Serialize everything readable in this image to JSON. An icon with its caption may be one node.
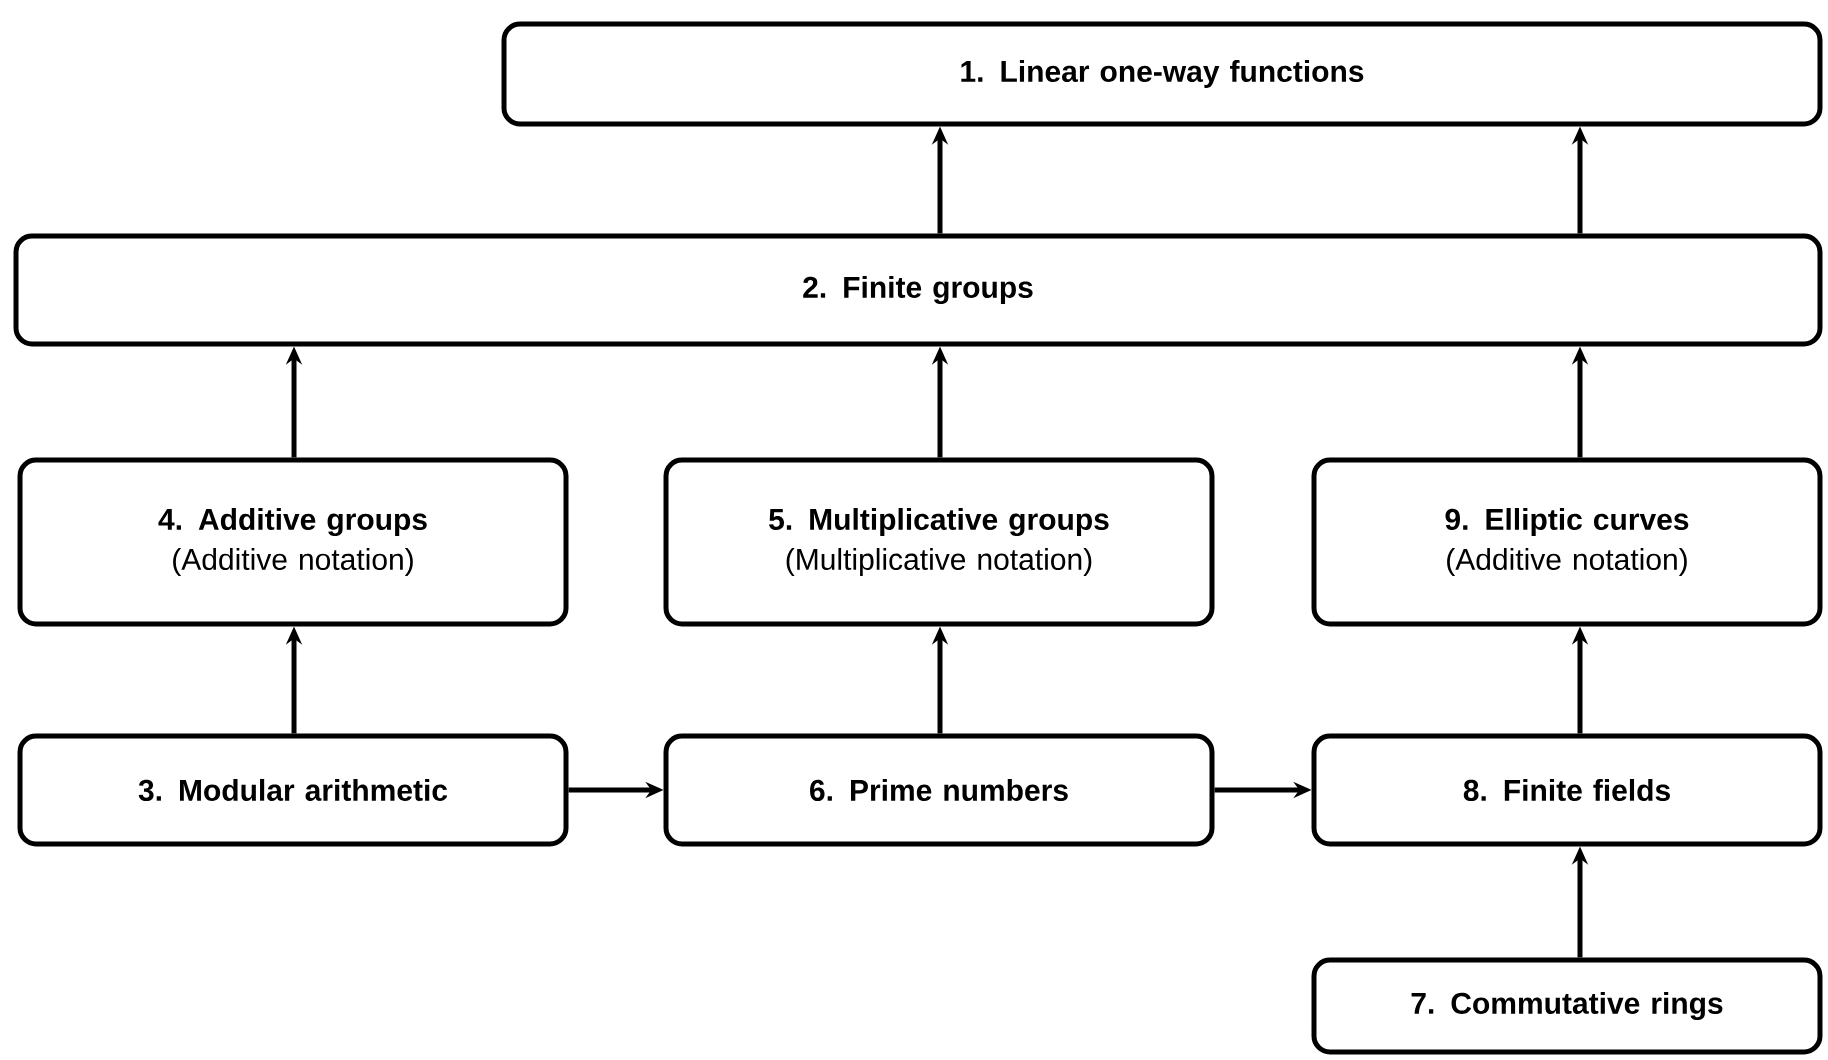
{
  "diagram": {
    "nodes": [
      {
        "text": [
          "1. Linear one-way functions"
        ]
      },
      {
        "text": [
          "2. Finite groups"
        ]
      },
      {
        "text": [
          "4. Additive groups",
          "(Additive notation)"
        ]
      },
      {
        "text": [
          "5. Multiplicative groups",
          "(Multiplicative notation)"
        ]
      },
      {
        "text": [
          "9. Elliptic curves",
          "(Additive notation)"
        ]
      },
      {
        "text": [
          "3. Modular arithmetic"
        ]
      },
      {
        "text": [
          "6. Prime numbers"
        ]
      },
      {
        "text": [
          "8. Finite fields"
        ]
      },
      {
        "text": [
          "7. Commutative rings"
        ]
      }
    ],
    "edges": [
      {
        "from": 1,
        "to": 0,
        "arrow": "to"
      },
      {
        "from": 1,
        "to": 0,
        "arrow": "to"
      },
      {
        "from": 2,
        "to": 1,
        "arrow": "to"
      },
      {
        "from": 3,
        "to": 1,
        "arrow": "to"
      },
      {
        "from": 4,
        "to": 1,
        "arrow": "to"
      },
      {
        "from": 5,
        "to": 2,
        "arrow": "to"
      },
      {
        "from": 6,
        "to": 3,
        "arrow": "to"
      },
      {
        "from": 7,
        "to": 4,
        "arrow": "to"
      },
      {
        "from": 5,
        "to": 6,
        "arrow": "to"
      },
      {
        "from": 6,
        "to": 7,
        "arrow": "to"
      },
      {
        "from": 8,
        "to": 7,
        "arrow": "to"
      }
    ]
  }
}
